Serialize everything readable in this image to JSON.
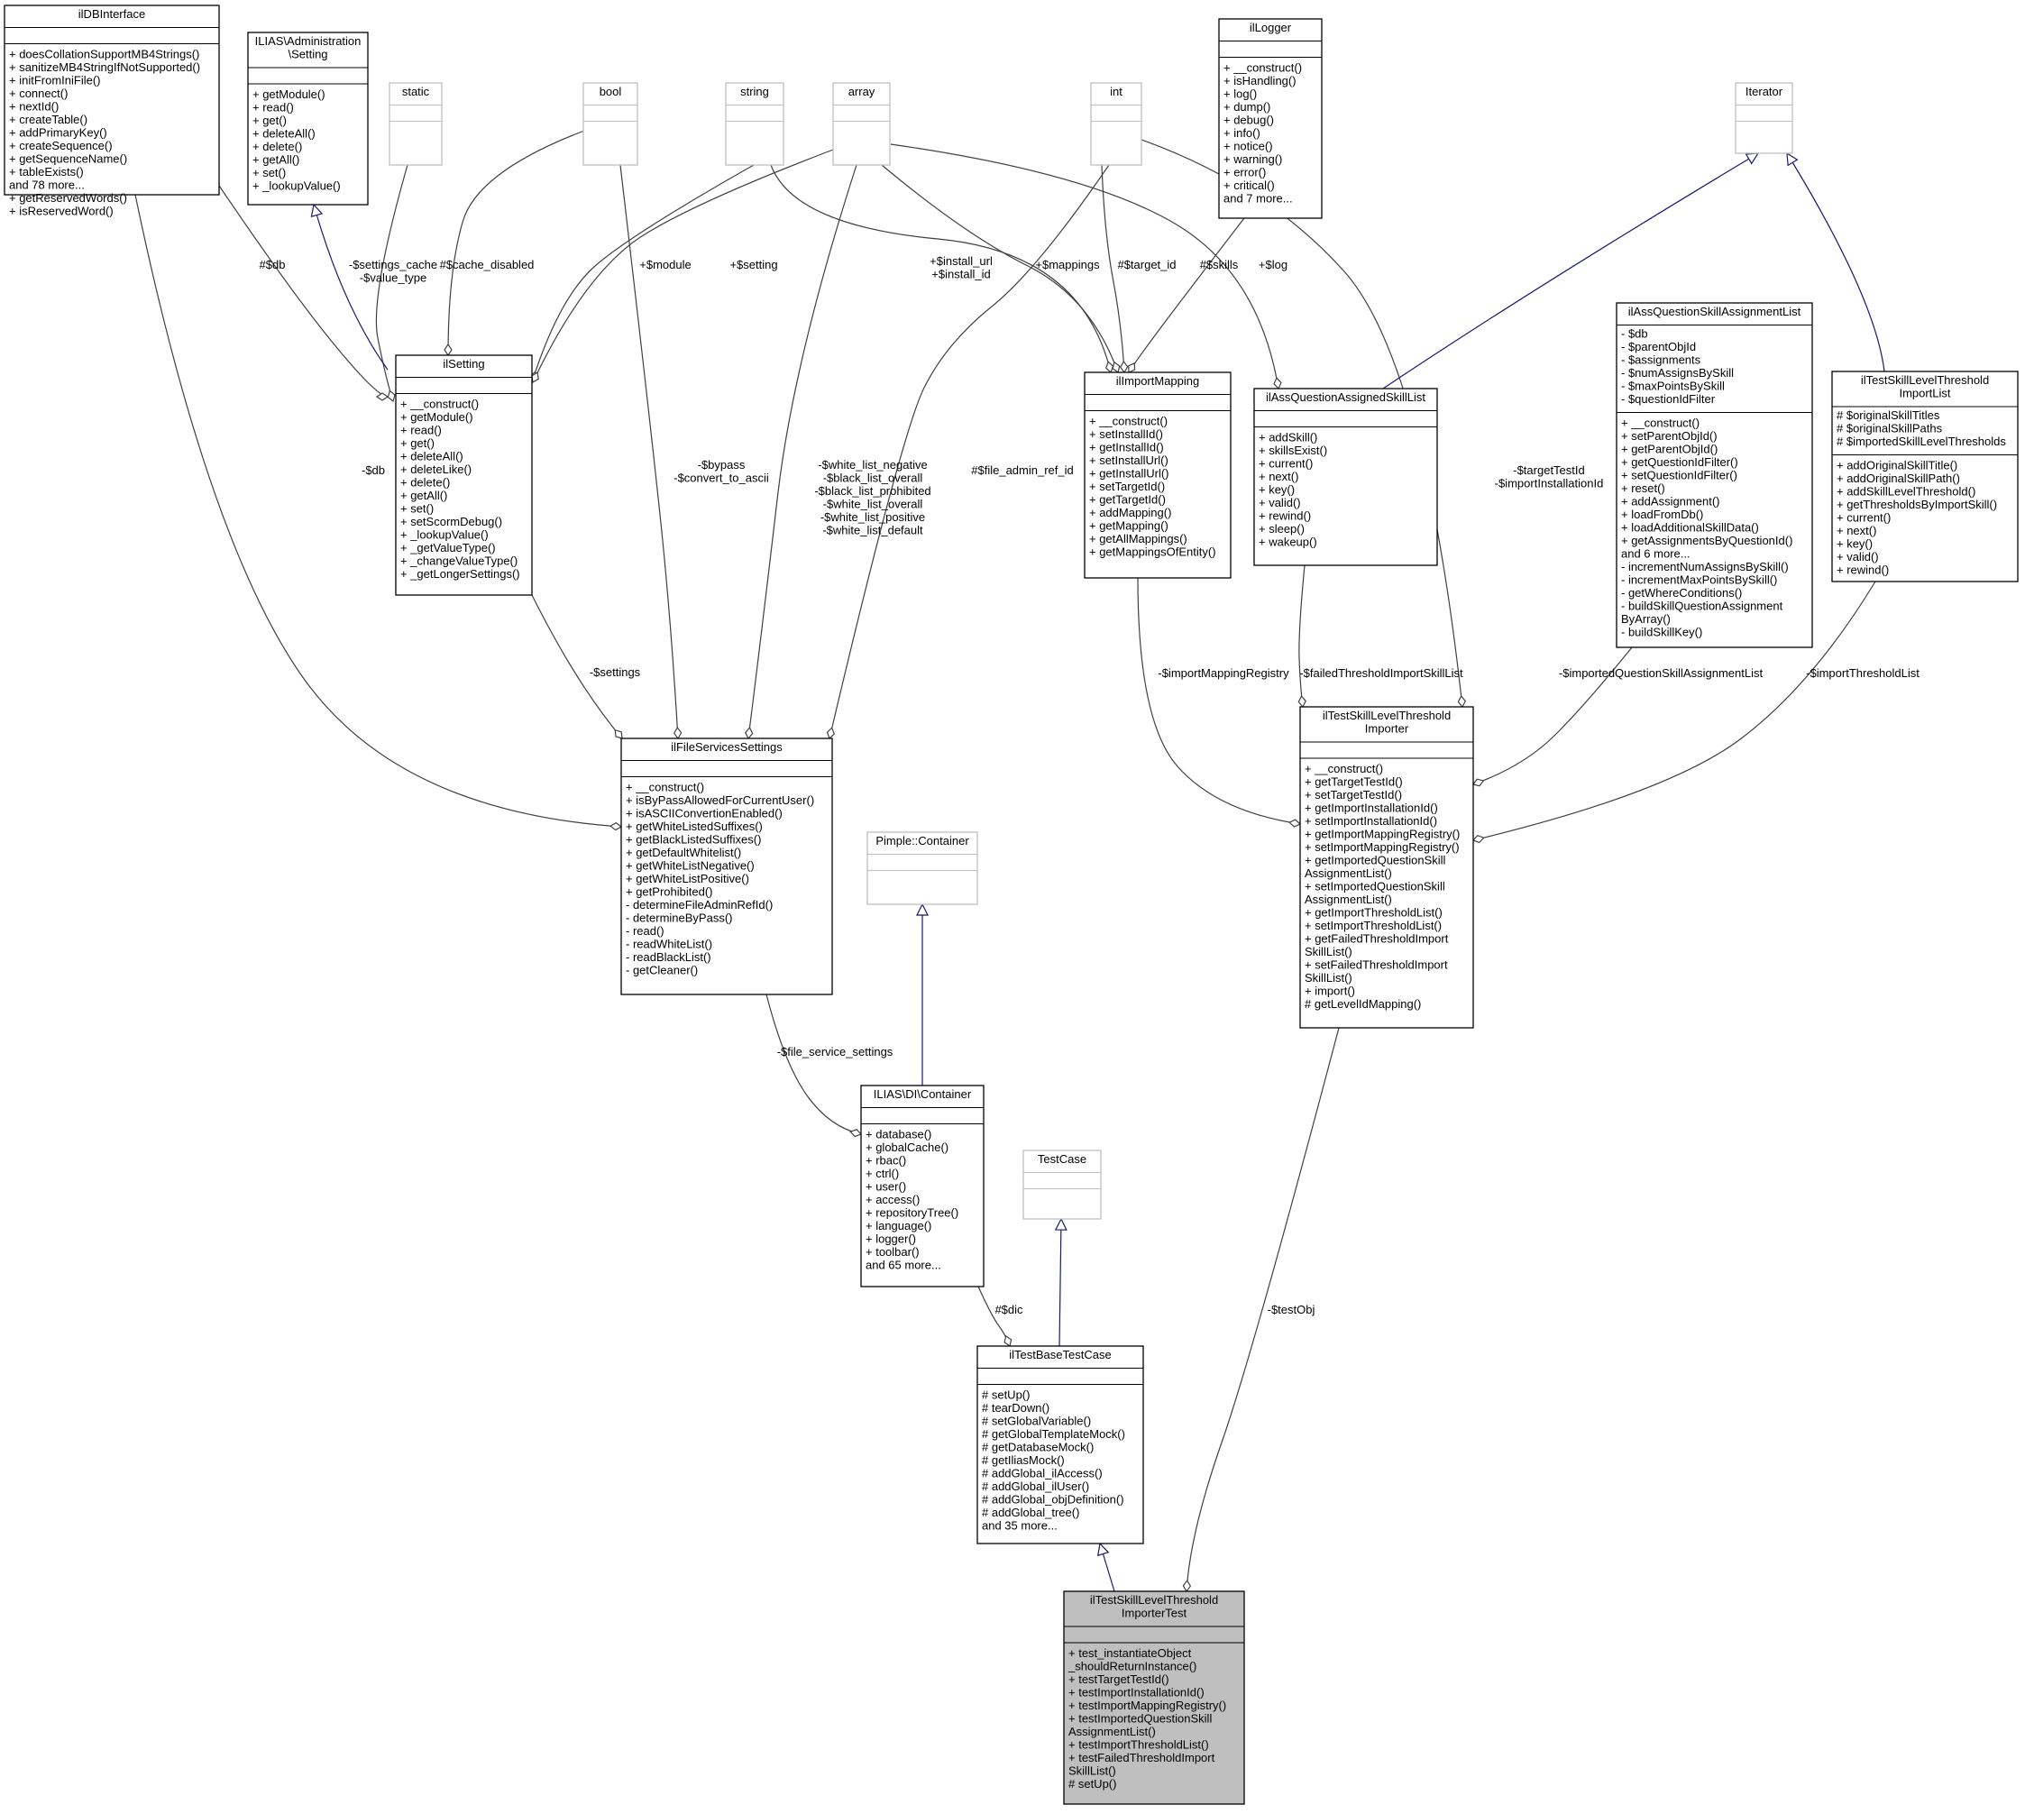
{
  "classes": [
    {
      "id": "ildb",
      "title": [
        "ilDBInterface"
      ],
      "attrs": [],
      "methods": [
        "+ doesCollationSupportMB4Strings()",
        "+ sanitizeMB4StringIfNotSupported()",
        "+ initFromIniFile()",
        "+ connect()",
        "+ nextId()",
        "+ createTable()",
        "+ addPrimaryKey()",
        "+ createSequence()",
        "+ getSequenceName()",
        "+ tableExists()",
        "and 78 more...",
        "+ getReservedWords()",
        "+ isReservedWord()"
      ],
      "external": false,
      "highlight": false
    },
    {
      "id": "iladmin",
      "title": [
        "ILIAS\\Administration",
        "\\Setting"
      ],
      "attrs": [],
      "methods": [
        "+ getModule()",
        "+ read()",
        "+ get()",
        "+ deleteAll()",
        "+ delete()",
        "+ getAll()",
        "+ set()",
        "+ _lookupValue()"
      ],
      "external": false,
      "highlight": false
    },
    {
      "id": "static",
      "title": [
        "static"
      ],
      "attrs": [],
      "methods": [],
      "external": true,
      "highlight": false
    },
    {
      "id": "bool",
      "title": [
        "bool"
      ],
      "attrs": [],
      "methods": [],
      "external": true,
      "highlight": false
    },
    {
      "id": "string",
      "title": [
        "string"
      ],
      "attrs": [],
      "methods": [],
      "external": true,
      "highlight": false
    },
    {
      "id": "array",
      "title": [
        "array"
      ],
      "attrs": [],
      "methods": [],
      "external": true,
      "highlight": false
    },
    {
      "id": "int",
      "title": [
        "int"
      ],
      "attrs": [],
      "methods": [],
      "external": true,
      "highlight": false
    },
    {
      "id": "illogger",
      "title": [
        "ilLogger"
      ],
      "attrs": [],
      "methods": [
        "+ __construct()",
        "+ isHandling()",
        "+ log()",
        "+ dump()",
        "+ debug()",
        "+ info()",
        "+ notice()",
        "+ warning()",
        "+ error()",
        "+ critical()",
        "and 7 more..."
      ],
      "external": false,
      "highlight": false
    },
    {
      "id": "iterator",
      "title": [
        "Iterator"
      ],
      "attrs": [],
      "methods": [],
      "external": true,
      "highlight": false
    },
    {
      "id": "ilsetting",
      "title": [
        "ilSetting"
      ],
      "attrs": [],
      "methods": [
        "+ __construct()",
        "+ getModule()",
        "+ read()",
        "+ get()",
        "+ deleteAll()",
        "+ deleteLike()",
        "+ delete()",
        "+ getAll()",
        "+ set()",
        "+ setScormDebug()",
        "+ _lookupValue()",
        "+ _getValueType()",
        "+ _changeValueType()",
        "+ _getLongerSettings()"
      ],
      "external": false,
      "highlight": false
    },
    {
      "id": "ilimportmapping",
      "title": [
        "ilImportMapping"
      ],
      "attrs": [],
      "methods": [
        "+ __construct()",
        "+ setInstallId()",
        "+ getInstallId()",
        "+ setInstallUrl()",
        "+ getInstallUrl()",
        "+ setTargetId()",
        "+ getTargetId()",
        "+ addMapping()",
        "+ getMapping()",
        "+ getAllMappings()",
        "+ getMappingsOfEntity()"
      ],
      "external": false,
      "highlight": false
    },
    {
      "id": "ilassqasl",
      "title": [
        "ilAssQuestionAssignedSkillList"
      ],
      "attrs": [],
      "methods": [
        "+ addSkill()",
        "+ skillsExist()",
        "+ current()",
        "+ next()",
        "+ key()",
        "+ valid()",
        "+ rewind()",
        "+ sleep()",
        "+ wakeup()"
      ],
      "external": false,
      "highlight": false
    },
    {
      "id": "ilassqsal",
      "title": [
        "ilAssQuestionSkillAssignmentList"
      ],
      "attrs": [
        "- $db",
        "- $parentObjId",
        "- $assignments",
        "- $numAssignsBySkill",
        "- $maxPointsBySkill",
        "- $questionIdFilter"
      ],
      "methods": [
        "+ __construct()",
        "+ setParentObjId()",
        "+ getParentObjId()",
        "+ getQuestionIdFilter()",
        "+ setQuestionIdFilter()",
        "+ reset()",
        "+ addAssignment()",
        "+ loadFromDb()",
        "+ loadAdditionalSkillData()",
        "+ getAssignmentsByQuestionId()",
        "and 6 more...",
        "- incrementNumAssignsBySkill()",
        "- incrementMaxPointsBySkill()",
        "- getWhereConditions()",
        "- buildSkillQuestionAssignment",
        "ByArray()",
        "- buildSkillKey()"
      ],
      "external": false,
      "highlight": false
    },
    {
      "id": "iltsltil",
      "title": [
        "ilTestSkillLevelThreshold",
        "ImportList"
      ],
      "attrs": [
        "# $originalSkillTitles",
        "# $originalSkillPaths",
        "# $importedSkillLevelThresholds"
      ],
      "methods": [
        "+ addOriginalSkillTitle()",
        "+ addOriginalSkillPath()",
        "+ addSkillLevelThreshold()",
        "+ getThresholdsByImportSkill()",
        "+ current()",
        "+ next()",
        "+ key()",
        "+ valid()",
        "+ rewind()"
      ],
      "external": false,
      "highlight": false
    },
    {
      "id": "ilfss",
      "title": [
        "ilFileServicesSettings"
      ],
      "attrs": [],
      "methods": [
        "+ __construct()",
        "+ isByPassAllowedForCurrentUser()",
        "+ isASCIIConvertionEnabled()",
        "+ getWhiteListedSuffixes()",
        "+ getBlackListedSuffixes()",
        "+ getDefaultWhitelist()",
        "+ getWhiteListNegative()",
        "+ getWhiteListPositive()",
        "+ getProhibited()",
        "- determineFileAdminRefId()",
        "- determineByPass()",
        "- read()",
        "- readWhiteList()",
        "- readBlackList()",
        "- getCleaner()"
      ],
      "external": false,
      "highlight": false
    },
    {
      "id": "iltslti",
      "title": [
        "ilTestSkillLevelThreshold",
        "Importer"
      ],
      "attrs": [],
      "methods": [
        "+ __construct()",
        "+ getTargetTestId()",
        "+ setTargetTestId()",
        "+ getImportInstallationId()",
        "+ setImportInstallationId()",
        "+ getImportMappingRegistry()",
        "+ setImportMappingRegistry()",
        "+ getImportedQuestionSkill",
        "AssignmentList()",
        "+ setImportedQuestionSkill",
        "AssignmentList()",
        "+ getImportThresholdList()",
        "+ setImportThresholdList()",
        "+ getFailedThresholdImport",
        "SkillList()",
        "+ setFailedThresholdImport",
        "SkillList()",
        "+ import()",
        "# getLevelIdMapping()"
      ],
      "external": false,
      "highlight": false
    },
    {
      "id": "pimple",
      "title": [
        "Pimple::Container"
      ],
      "attrs": [],
      "methods": [],
      "external": true,
      "highlight": false
    },
    {
      "id": "ilias_di",
      "title": [
        "ILIAS\\DI\\Container"
      ],
      "attrs": [],
      "methods": [
        "+ database()",
        "+ globalCache()",
        "+ rbac()",
        "+ ctrl()",
        "+ user()",
        "+ access()",
        "+ repositoryTree()",
        "+ language()",
        "+ logger()",
        "+ toolbar()",
        "and 65 more..."
      ],
      "external": false,
      "highlight": false
    },
    {
      "id": "testcase",
      "title": [
        "TestCase"
      ],
      "attrs": [],
      "methods": [],
      "external": true,
      "highlight": false
    },
    {
      "id": "iltbtc",
      "title": [
        "ilTestBaseTestCase"
      ],
      "attrs": [],
      "methods": [
        "# setUp()",
        "# tearDown()",
        "# setGlobalVariable()",
        "# getGlobalTemplateMock()",
        "# getDatabaseMock()",
        "# getIliasMock()",
        "# addGlobal_ilAccess()",
        "# addGlobal_ilUser()",
        "# addGlobal_objDefinition()",
        "# addGlobal_tree()",
        "and 35 more..."
      ],
      "external": false,
      "highlight": false
    },
    {
      "id": "target",
      "title": [
        "ilTestSkillLevelThreshold",
        "ImporterTest"
      ],
      "attrs": [],
      "methods": [
        "+ test_instantiateObject",
        "_shouldReturnInstance()",
        "+ testTargetTestId()",
        "+ testImportInstallationId()",
        "+ testImportMappingRegistry()",
        "+ testImportedQuestionSkill",
        "AssignmentList()",
        "+ testImportThresholdList()",
        "+ testFailedThresholdImport",
        "SkillList()",
        "# setUp()"
      ],
      "external": false,
      "highlight": true
    }
  ],
  "edge_labels": [
    {
      "id": "e_db1",
      "lines": [
        "#$db"
      ]
    },
    {
      "id": "e_sc",
      "lines": [
        "-$settings_cache",
        "-$value_type"
      ]
    },
    {
      "id": "e_cd",
      "lines": [
        "#$cache_disabled"
      ]
    },
    {
      "id": "e_mod",
      "lines": [
        "+$module"
      ]
    },
    {
      "id": "e_set",
      "lines": [
        "+$setting"
      ]
    },
    {
      "id": "e_inst",
      "lines": [
        "+$install_url",
        "+$install_id"
      ]
    },
    {
      "id": "e_map",
      "lines": [
        "+$mappings"
      ]
    },
    {
      "id": "e_tid",
      "lines": [
        "#$target_id"
      ]
    },
    {
      "id": "e_skills",
      "lines": [
        "#$skills"
      ]
    },
    {
      "id": "e_log",
      "lines": [
        "+$log"
      ]
    },
    {
      "id": "e_db2",
      "lines": [
        "-$db"
      ]
    },
    {
      "id": "e_bypass",
      "lines": [
        "-$bypass",
        "-$convert_to_ascii"
      ]
    },
    {
      "id": "e_wl",
      "lines": [
        "-$white_list_negative",
        "-$black_list_overall",
        "-$black_list_prohibited",
        "-$white_list_overall",
        "-$white_list_positive",
        "-$white_list_default"
      ]
    },
    {
      "id": "e_far",
      "lines": [
        "#$file_admin_ref_id"
      ]
    },
    {
      "id": "e_ttid",
      "lines": [
        "-$targetTestId",
        "-$importInstallationId"
      ]
    },
    {
      "id": "e_settings",
      "lines": [
        "-$settings"
      ]
    },
    {
      "id": "e_imr",
      "lines": [
        "-$importMappingRegistry"
      ]
    },
    {
      "id": "e_fti",
      "lines": [
        "-$failedThresholdImportSkillList"
      ]
    },
    {
      "id": "e_iqsal",
      "lines": [
        "-$importedQuestionSkillAssignmentList"
      ]
    },
    {
      "id": "e_itl",
      "lines": [
        "-$importThresholdList"
      ]
    },
    {
      "id": "e_fss",
      "lines": [
        "-$file_service_settings"
      ]
    },
    {
      "id": "e_dic",
      "lines": [
        "#$dic"
      ]
    },
    {
      "id": "e_testobj",
      "lines": [
        "-$testObj"
      ]
    }
  ],
  "colors": {
    "box_stroke": "#000000",
    "external_stroke": "#bfbfbf",
    "highlight_fill": "#bfbfbf",
    "association_line": "#404040",
    "inheritance_line": "#191970",
    "text": "#000000"
  }
}
